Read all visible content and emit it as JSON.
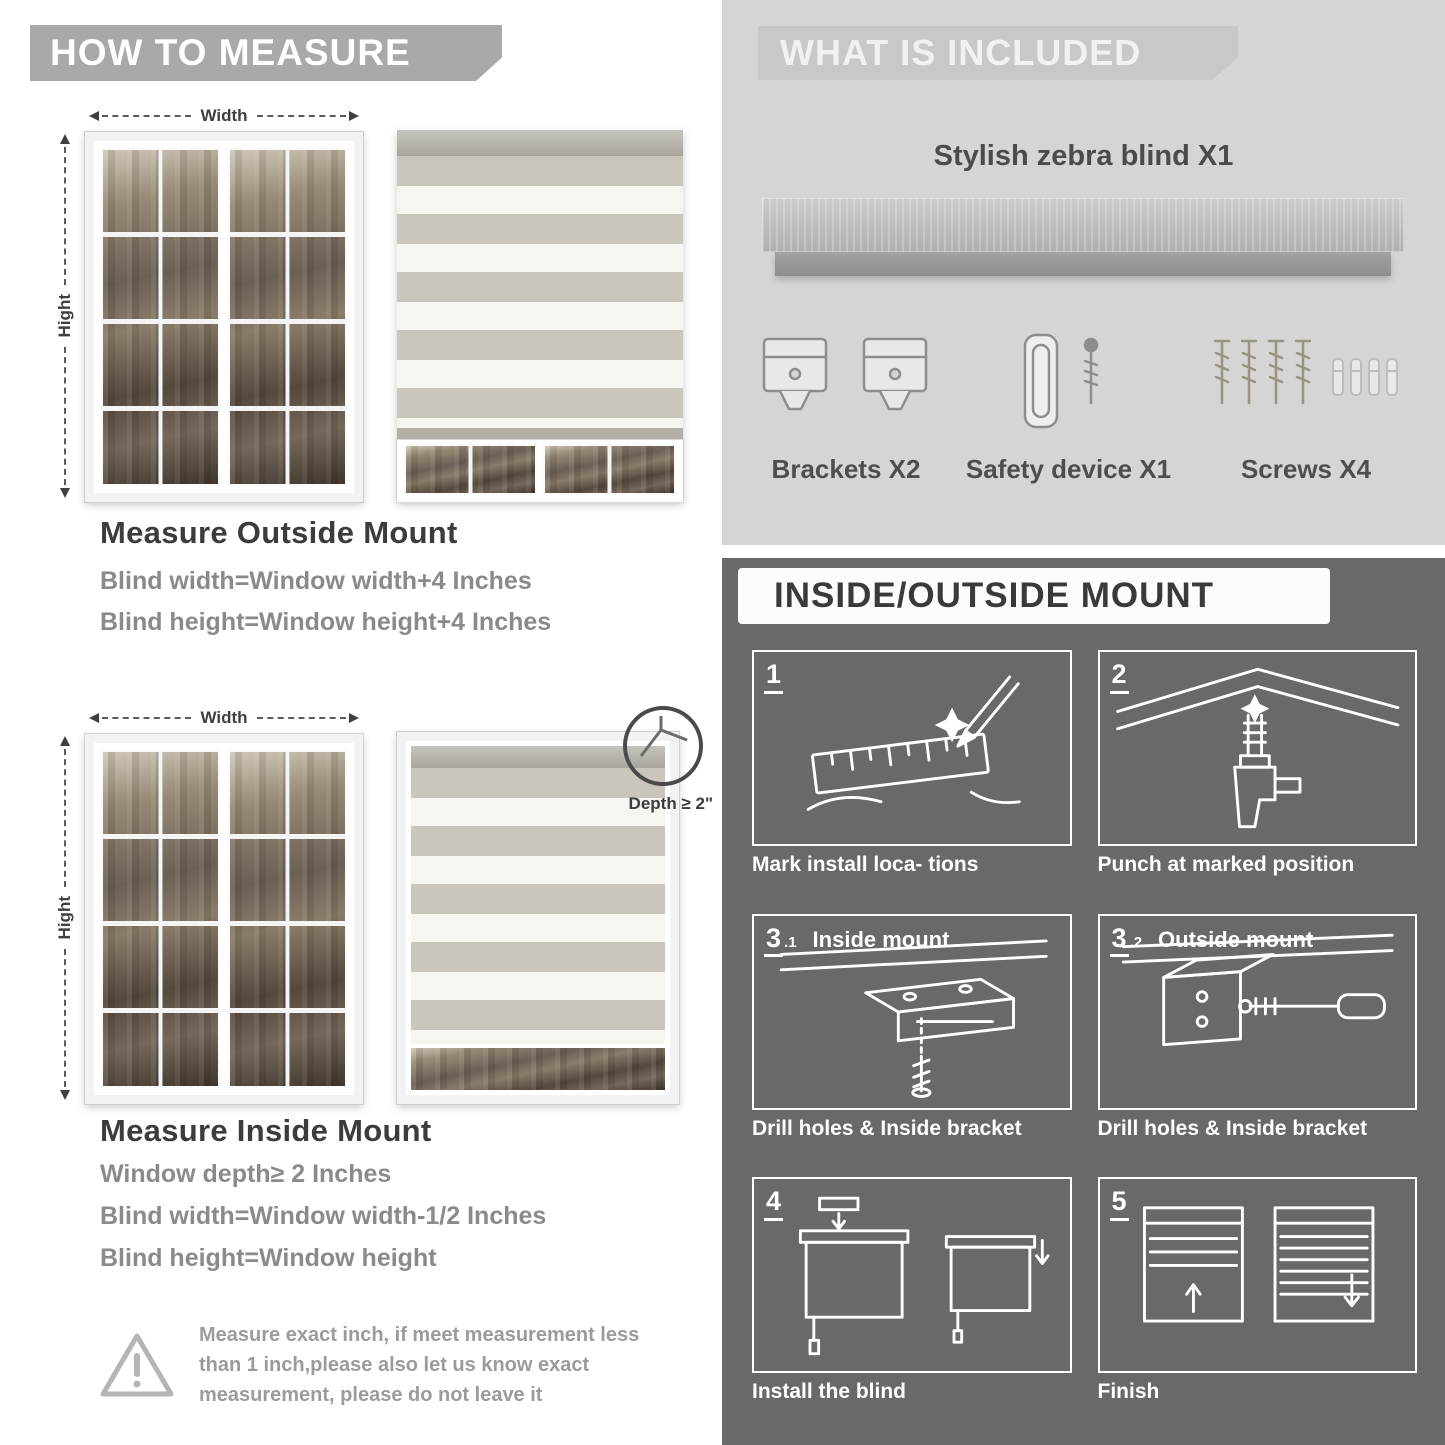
{
  "colors": {
    "ribbon_gray": "#aaa9a7",
    "included_panel_bg": "#d6d5d3",
    "mount_panel_bg": "#696969",
    "heading_dark": "#3c3c3c",
    "body_text_gray": "#8a8a8a",
    "stripe_gray": "#cbc6bc",
    "stripe_white": "#f7f5f0"
  },
  "left": {
    "header": "HOW TO MEASURE",
    "outside": {
      "width_label": "Width",
      "height_label": "Hight",
      "title": "Measure Outside Mount",
      "line1": "Blind width=Window width+4 Inches",
      "line2": "Blind height=Window height+4 Inches"
    },
    "inside": {
      "width_label": "Width",
      "height_label": "Hight",
      "depth_label": "Depth ≥ 2\"",
      "title": "Measure Inside Mount",
      "line1": "Window depth≥ 2 Inches",
      "line2": "Blind width=Window width-1/2 Inches",
      "line3": "Blind height=Window height"
    },
    "warning_text": "Measure exact inch, if meet measurement less than 1 inch,please also let us know exact measurement, please do not leave it"
  },
  "right": {
    "included": {
      "header": "WHAT IS INCLUDED",
      "product_label": "Stylish zebra blind X1",
      "items": [
        {
          "label": "Brackets X2",
          "icon": "brackets-icon"
        },
        {
          "label": "Safety device X1",
          "icon": "safety-device-icon"
        },
        {
          "label": "Screws X4",
          "icon": "screws-icon"
        }
      ]
    },
    "mount": {
      "header": "INSIDE/OUTSIDE MOUNT",
      "steps": [
        {
          "num": "1",
          "caption": "Mark install loca- tions"
        },
        {
          "num": "2",
          "caption": "Punch at  marked position"
        },
        {
          "num": "3",
          "sub": ".1",
          "title": "Inside mount",
          "caption": "Drill holes &  Inside bracket"
        },
        {
          "num": "3",
          "sub": ".2",
          "title": "Outside mount",
          "caption": "Drill holes &  Inside bracket"
        },
        {
          "num": "4",
          "caption": "Install the blind"
        },
        {
          "num": "5",
          "caption": "Finish"
        }
      ]
    }
  }
}
